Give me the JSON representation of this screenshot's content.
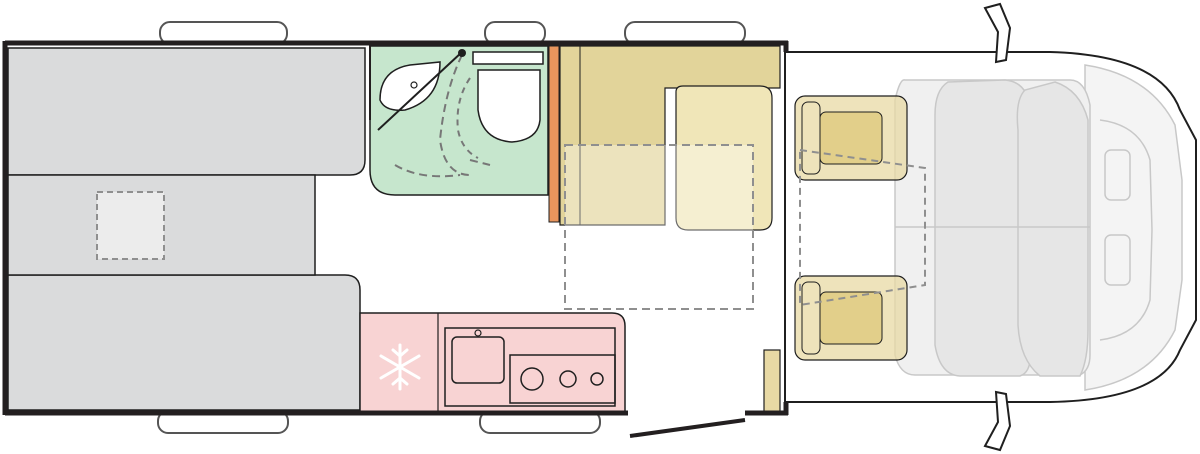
{
  "plan": {
    "zones": [
      {
        "name": "rear-beds",
        "kind": "sleeping",
        "color": "#dadbdc"
      },
      {
        "name": "washroom",
        "kind": "bathroom",
        "color": "#c6e6cd"
      },
      {
        "name": "dinette",
        "kind": "seating",
        "color": "#e2d49a"
      },
      {
        "name": "dinette-bench",
        "kind": "seating",
        "color": "#f0e6b8"
      },
      {
        "name": "cab-seats",
        "kind": "seating",
        "color": "#e8d9a4"
      },
      {
        "name": "kitchen",
        "kind": "kitchen",
        "color": "#f8d3d3"
      },
      {
        "name": "fridge-door-accent",
        "kind": "accent",
        "color": "#e8955d"
      }
    ],
    "icons": [
      "snowflake-icon",
      "sink-icon",
      "hob-burner-icon",
      "toilet-icon",
      "washbasin-icon",
      "shower-swing-icon",
      "cab-seat-icon",
      "side-mirror-icon",
      "window-icon"
    ],
    "colors": {
      "wall": "#231f20",
      "outline": "#9a9a9a",
      "dashed": "#8f8f8f",
      "cab_line": "#c8c8c8"
    }
  }
}
